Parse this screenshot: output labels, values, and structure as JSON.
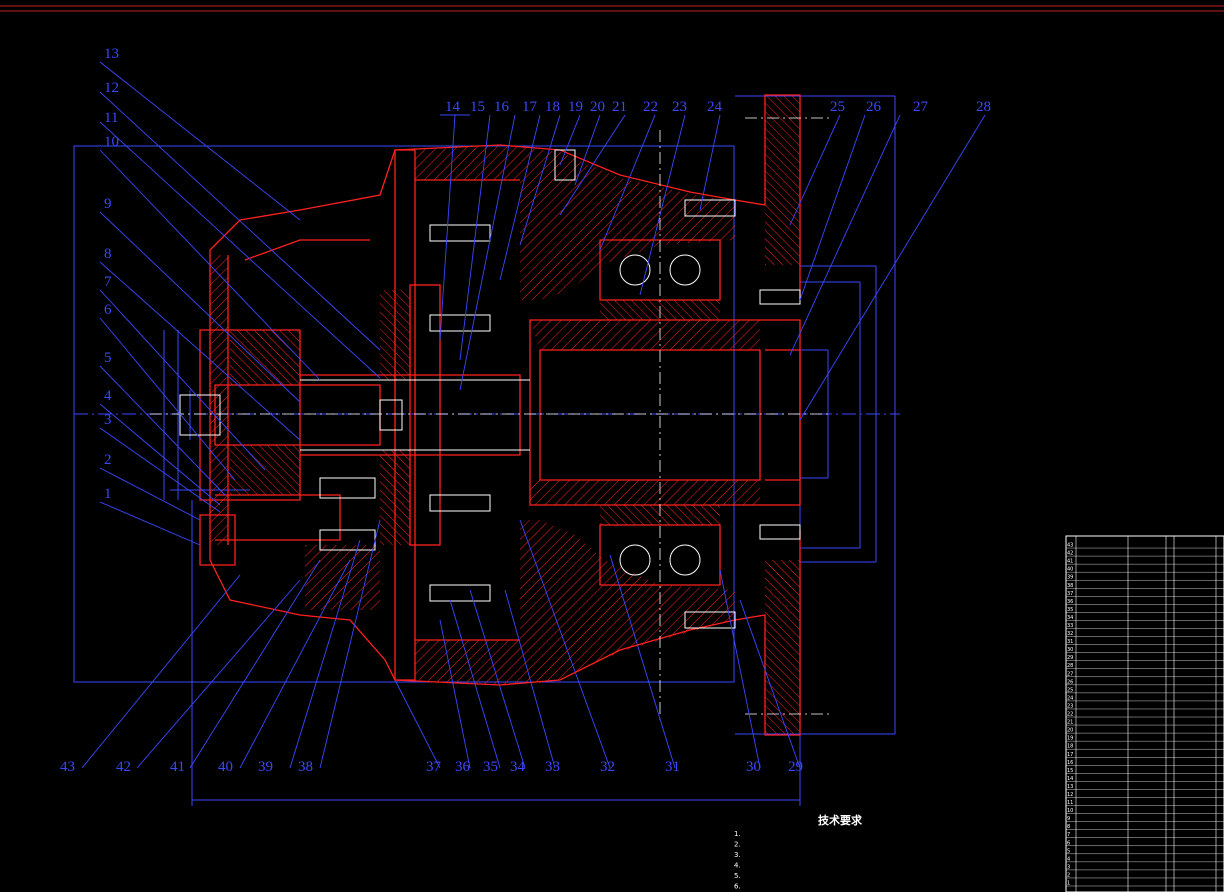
{
  "drawing": {
    "callouts": {
      "left": [
        "13",
        "12",
        "11",
        "10",
        "9",
        "8",
        "7",
        "6",
        "5",
        "4",
        "3",
        "2",
        "1"
      ],
      "top": [
        "14",
        "15",
        "16",
        "17",
        "18",
        "19",
        "20",
        "21",
        "22",
        "23",
        "24",
        "25",
        "26",
        "27",
        "28"
      ],
      "bottom": [
        "43",
        "42",
        "41",
        "40",
        "39",
        "38",
        "37",
        "36",
        "35",
        "34",
        "33",
        "32",
        "31",
        "30",
        "29"
      ]
    },
    "colors": {
      "callout": "#3a48ff",
      "section": "#ff2020",
      "detail": "#ffffff",
      "background": "#000000"
    }
  },
  "bom": {
    "rows": [
      "43",
      "42",
      "41",
      "40",
      "39",
      "38",
      "37",
      "36",
      "35",
      "34",
      "33",
      "32",
      "31",
      "30",
      "29",
      "28",
      "27",
      "26",
      "25",
      "24",
      "23",
      "22",
      "21",
      "20",
      "19",
      "18",
      "17",
      "16",
      "15",
      "14",
      "13",
      "12",
      "11",
      "10",
      "9",
      "8",
      "7",
      "6",
      "5",
      "4",
      "3",
      "2",
      "1"
    ]
  },
  "tech_requirements": {
    "title": "技术要求",
    "lines": [
      "1.",
      "2.",
      "3.",
      "4.",
      "5.",
      "6."
    ]
  }
}
